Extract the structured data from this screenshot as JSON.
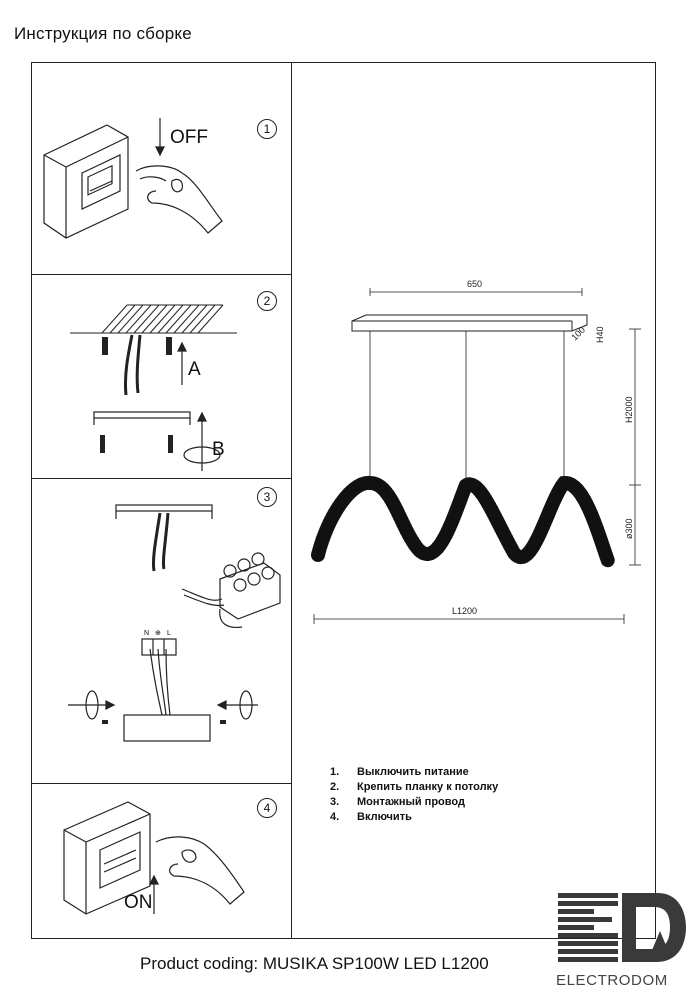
{
  "page": {
    "title": "Инструкция по сборке",
    "product_coding": "Product coding: MUSIKA SP100W LED L1200",
    "brand": "ELECTRODOM"
  },
  "panels": [
    {
      "number": "1",
      "label": "OFF",
      "icons": [
        "wall-switch-icon",
        "hand-icon",
        "arrow-down-icon"
      ]
    },
    {
      "number": "2",
      "label_a": "A",
      "label_b": "B",
      "icons": [
        "ceiling-icon",
        "anchor-icon",
        "mounting-bracket-icon",
        "screw-icon",
        "rotate-arrow-icon"
      ]
    },
    {
      "number": "3",
      "terminal_labels": [
        "N",
        "⊕",
        "L"
      ],
      "icons": [
        "terminal-block-icon",
        "wires-icon",
        "canopy-icon"
      ]
    },
    {
      "number": "4",
      "label": "ON",
      "icons": [
        "wall-switch-icon",
        "hand-icon",
        "arrow-up-icon"
      ]
    }
  ],
  "dimensions": {
    "width_top": "650",
    "canopy_height": "H40",
    "canopy_depth": "100",
    "suspension_height": "H2000",
    "wave_diameter": "ø300",
    "total_length": "L1200"
  },
  "steps": [
    {
      "n": "1.",
      "text": "Выключить питание"
    },
    {
      "n": "2.",
      "text": "Крепить планку к потолку"
    },
    {
      "n": "3.",
      "text": "Монтажный провод"
    },
    {
      "n": "4.",
      "text": "Включить"
    }
  ],
  "colors": {
    "line": "#222222",
    "background": "#ffffff",
    "logo": "#3a3a3a"
  }
}
